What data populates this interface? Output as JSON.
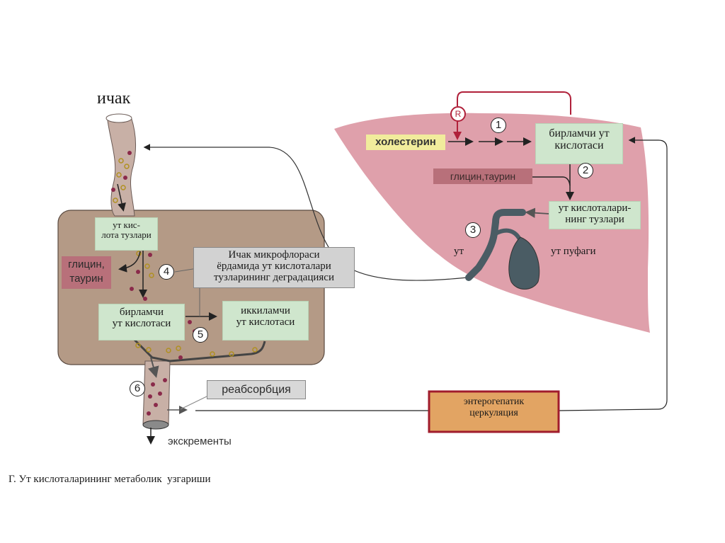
{
  "intestine": {
    "title": "ичак",
    "salts_box": [
      "ут кис-",
      "лота тузлари"
    ],
    "glycine_box": [
      "глицин,",
      "таурин"
    ],
    "primary_box": [
      "бирламчи",
      "ут кислотаси"
    ],
    "secondary_box": [
      "иккиламчи",
      "ут кислотаси"
    ],
    "callout_microflora": [
      "Ичак микрофлораси",
      "ёрдамида ут кислоталари",
      "тузларининг деградацияси"
    ],
    "reabsorption_label": "реабсорбция",
    "excrement_label": "экскременты"
  },
  "liver": {
    "cholesterol_label": "холестерин",
    "regulation_label": "R",
    "primary_box": [
      "бирламчи ут",
      "кислотаси"
    ],
    "glycine_label": "глицин,таурин",
    "salts_box": [
      "ут кислоталари-",
      "нинг тузлари"
    ],
    "bile_duct_label": "ут",
    "gallbladder_label": "ут пуфаги"
  },
  "steps": [
    "1",
    "2",
    "3",
    "4",
    "5",
    "6"
  ],
  "circulation_box": [
    "энтерогепатик",
    "церкуляция"
  ],
  "caption": "Г. Ут кислоталарининг метаболик  узгариши",
  "colors": {
    "liver": "#dfa0ab",
    "intestine_box": "#b49a86",
    "green_box": "#cfe6cd",
    "yellow_label": "#f1ec9c",
    "maroon_label": "#b8707a",
    "red_arrow": "#b0203a",
    "circulation_fill": "#e2a463",
    "circulation_border": "#a01c2c",
    "bile_duct": "#4a5c64"
  }
}
